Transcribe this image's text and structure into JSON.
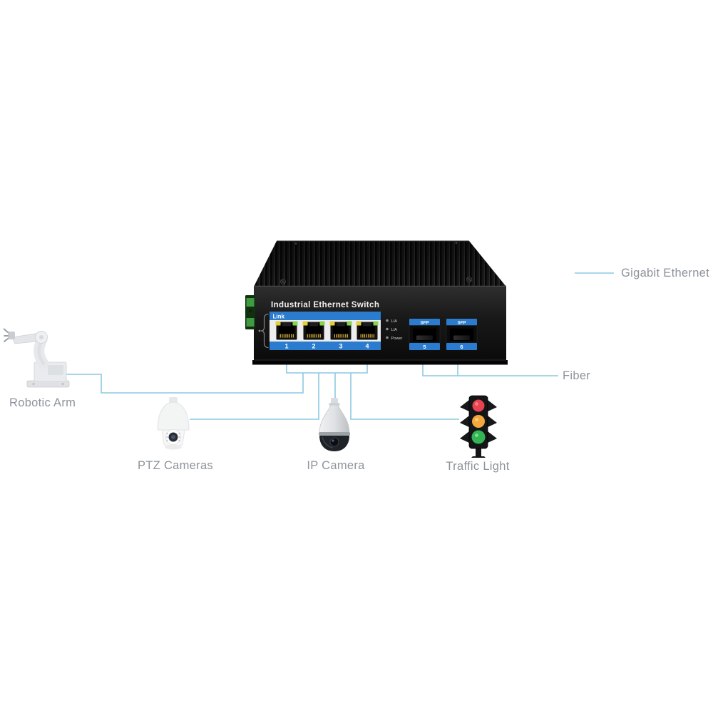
{
  "page": {
    "background": "#ffffff"
  },
  "colors": {
    "line_blue": "#8cc8e2",
    "label_gray": "#8d939b",
    "band_blue": "#2b7cce",
    "switch_black": "#161616",
    "port_panel": "#ededed",
    "led_yellow": "#e3cf3e",
    "led_green": "#86d34f",
    "terminal_green": "#3f9b42",
    "traffic_red": "#e8434f",
    "traffic_amber": "#f3a73c",
    "traffic_green": "#33b554"
  },
  "switch": {
    "title": "Industrial Ethernet Switch",
    "link_label": "Link",
    "copper_ports": [
      "1",
      "2",
      "3",
      "4"
    ],
    "led_labels": [
      "L/A",
      "L/A",
      "Power"
    ],
    "sfp_label": "SFP",
    "sfp_ports": [
      "5",
      "6"
    ]
  },
  "legend": {
    "gigabit_ethernet": "Gigabit Ethernet",
    "fiber": "Fiber"
  },
  "devices": {
    "robotic_arm": {
      "label": "Robotic Arm"
    },
    "ptz_cameras": {
      "label": "PTZ Cameras"
    },
    "ip_camera": {
      "label": "IP Camera"
    },
    "traffic_light": {
      "label": "Traffic Light"
    }
  }
}
